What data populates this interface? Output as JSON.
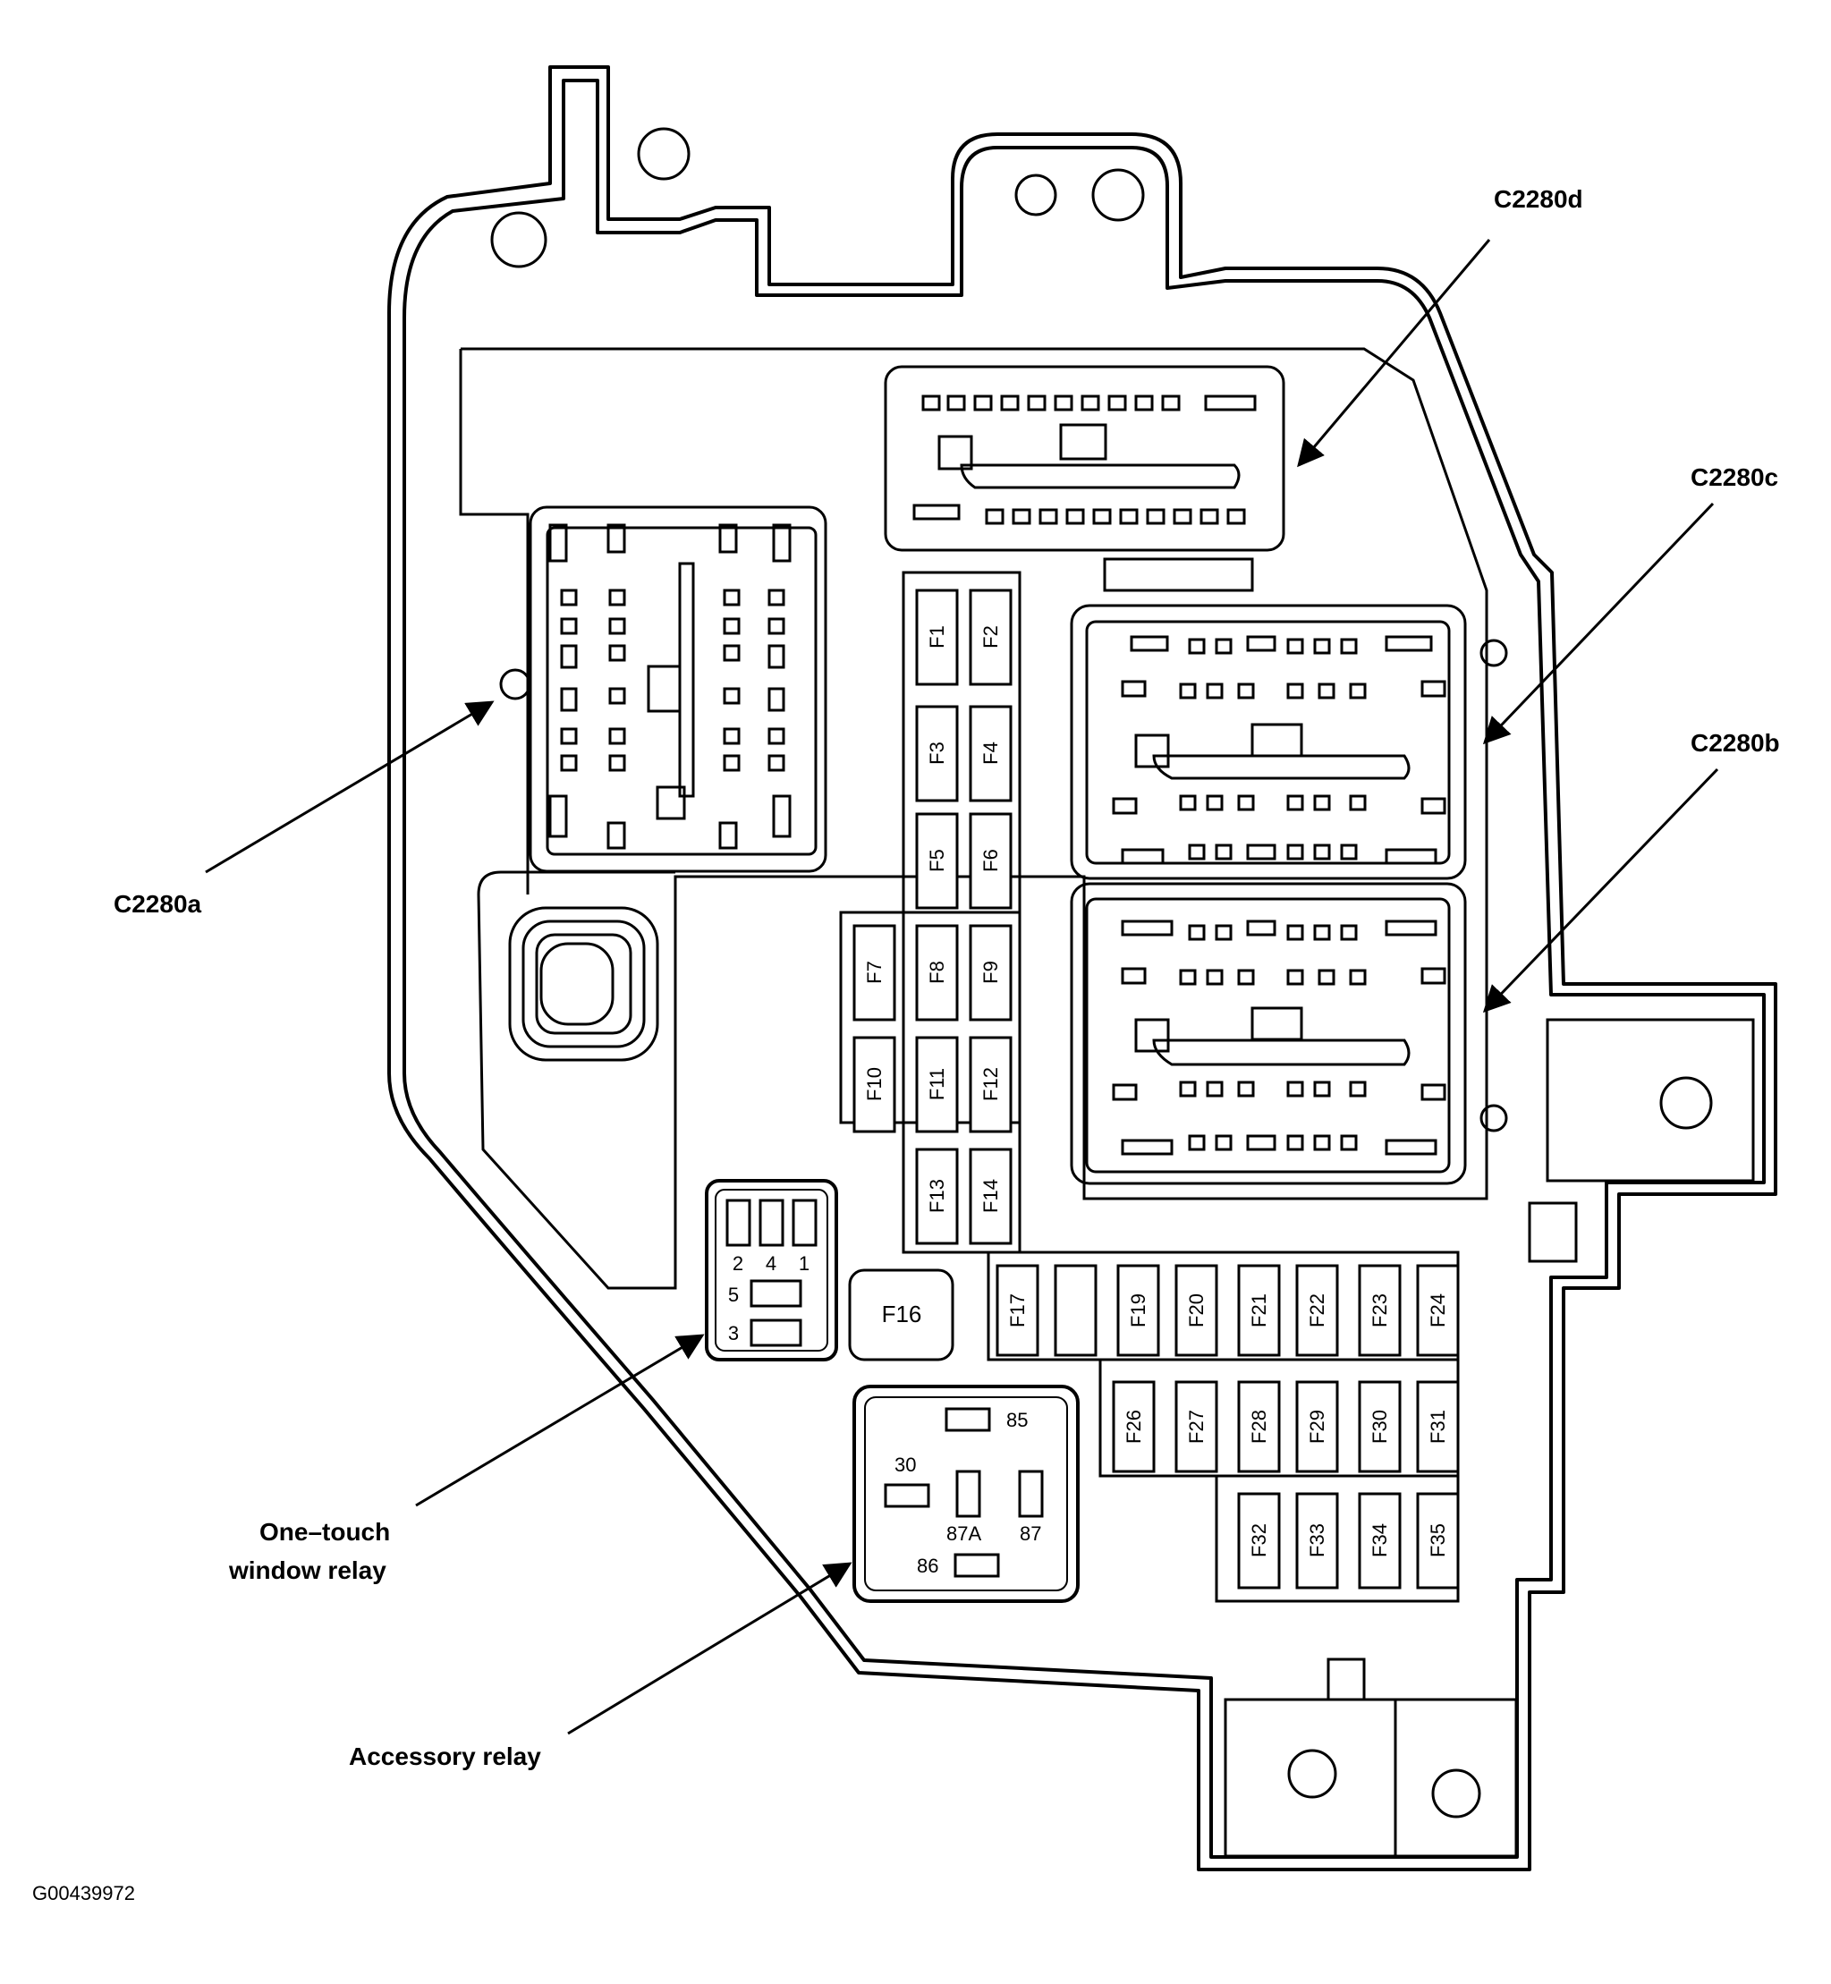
{
  "callouts": {
    "c2280d": "C2280d",
    "c2280c": "C2280c",
    "c2280b": "C2280b",
    "c2280a": "C2280a",
    "one_touch_line1": "One–touch",
    "one_touch_line2": "window relay",
    "accessory_relay": "Accessory relay"
  },
  "figure_id": "G00439972",
  "fuses": {
    "f1": "F1",
    "f2": "F2",
    "f3": "F3",
    "f4": "F4",
    "f5": "F5",
    "f6": "F6",
    "f7": "F7",
    "f8": "F8",
    "f9": "F9",
    "f10": "F10",
    "f11": "F11",
    "f12": "F12",
    "f13": "F13",
    "f14": "F14",
    "f16": "F16",
    "f17": "F17",
    "f19": "F19",
    "f20": "F20",
    "f21": "F21",
    "f22": "F22",
    "f23": "F23",
    "f24": "F24",
    "f26": "F26",
    "f27": "F27",
    "f28": "F28",
    "f29": "F29",
    "f30": "F30",
    "f31": "F31",
    "f32": "F32",
    "f33": "F33",
    "f34": "F34",
    "f35": "F35"
  },
  "one_touch_relay_pins": {
    "p2": "2",
    "p4": "4",
    "p1": "1",
    "p5": "5",
    "p3": "3"
  },
  "accessory_relay_pins": {
    "p85": "85",
    "p30": "30",
    "p87a": "87A",
    "p87": "87",
    "p86": "86"
  }
}
